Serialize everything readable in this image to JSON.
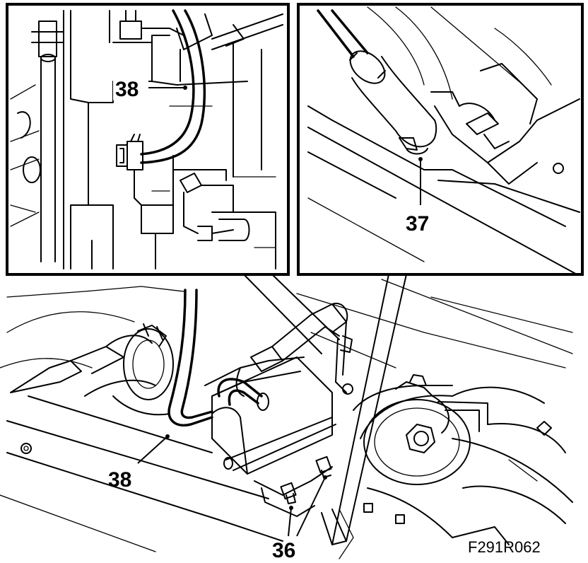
{
  "figure": {
    "code": "F291R062",
    "callouts": {
      "pipe_main": "38",
      "pipe_inset": "38",
      "clip_inset": "37",
      "connector": "36"
    }
  }
}
